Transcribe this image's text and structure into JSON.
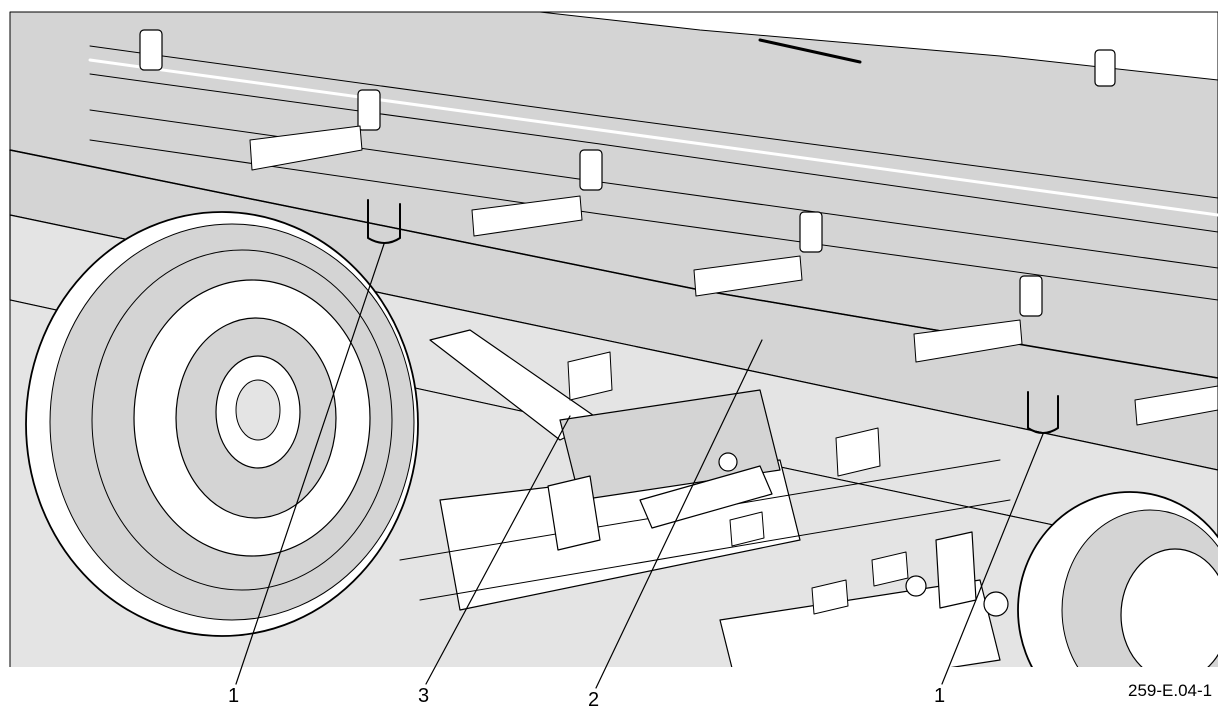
{
  "callouts": [
    "1",
    "3",
    "2",
    "1"
  ],
  "figure_ref": "259-E.04-1",
  "colors": {
    "panel": "#d4d4d4",
    "panel_light": "#e4e4e4",
    "line": "#000000",
    "paper": "#ffffff"
  }
}
